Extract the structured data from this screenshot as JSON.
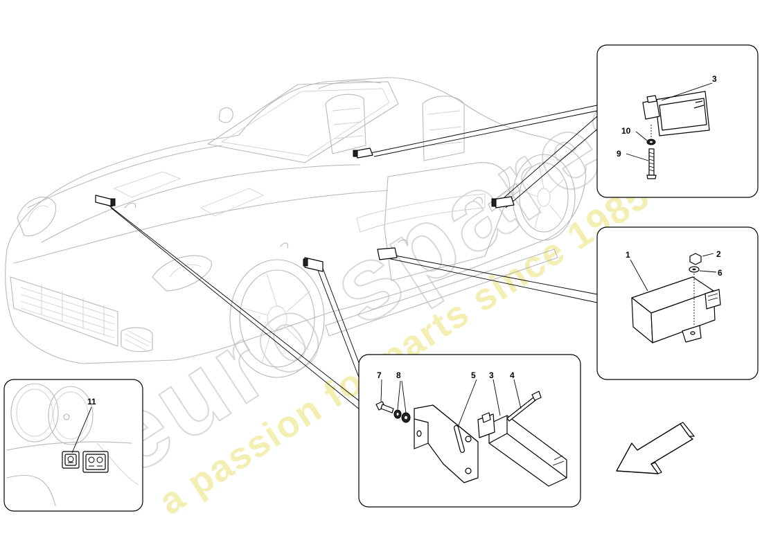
{
  "watermark": {
    "brand": "euro spares",
    "tagline": "a passion for parts since 1985"
  },
  "callouts": {
    "top_right_panel": [
      "3",
      "10",
      "9"
    ],
    "mid_right_panel": [
      "1",
      "2",
      "6"
    ],
    "bottom_center_panel": [
      "7",
      "8",
      "5",
      "3",
      "4"
    ],
    "bottom_left_panel": [
      "11"
    ]
  }
}
